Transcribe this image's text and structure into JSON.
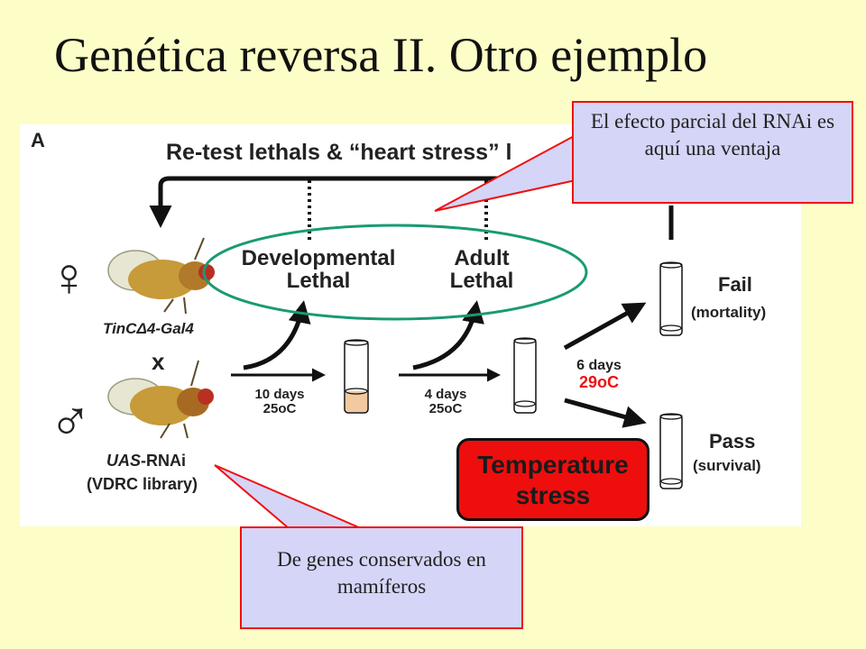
{
  "slide": {
    "title": "Genética reversa II. Otro ejemplo"
  },
  "figure": {
    "panel_label": "A",
    "retest_label": "Re-test lethals & “heart stress” l",
    "female_symbol": "♀",
    "male_symbol": "♂",
    "cross_symbol": "x",
    "female_line": "TinCΔ4-Gal4",
    "male_line_prefix": "UAS",
    "male_line_suffix": "-RNAi",
    "male_library": "(VDRC library)",
    "dev_lethal": [
      "Developmental",
      "Lethal"
    ],
    "adult_lethal": [
      "Adult",
      "Lethal"
    ],
    "step1": [
      "10 days",
      "25oC"
    ],
    "step2": [
      "4 days",
      "25oC"
    ],
    "step3_days": "6 days",
    "step3_temp": "29oC",
    "fail_label": "Fail",
    "fail_sub": "(mortality)",
    "pass_label": "Pass",
    "pass_sub": "(survival)",
    "temp_stress": [
      "Temperature",
      "stress"
    ]
  },
  "callouts": {
    "top": "El efecto parcial del RNAi es aquí una ventaja",
    "bottom": "De genes conservados en mamíferos"
  },
  "colors": {
    "background": "#fdfdc7",
    "ellipse": "#1a9a74",
    "callout_fill": "#d5d5f7",
    "callout_border": "#ee1111",
    "stress_box": "#ee0e0e",
    "temp_red": "#ee1111",
    "vial_fill": "#f2c9a0"
  }
}
